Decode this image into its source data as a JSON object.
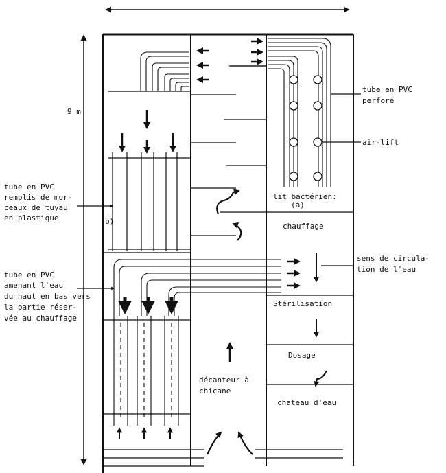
{
  "dimension": {
    "height_label": "9 m"
  },
  "labels": {
    "pvc_fill": [
      "tube en PVC",
      "remplis de mor-",
      "ceaux de tuyau",
      "en plastique"
    ],
    "fill_tag": "b)",
    "pvc_down": [
      "tube en PVC",
      "amenant l'eau",
      "du haut en bas vers",
      "la partie réser-",
      "vée au chauffage"
    ],
    "perforated": [
      "tube en PVC",
      "perforé"
    ],
    "airlift": "air-lift",
    "bacterial": [
      "lit bactérien:",
      "(a)"
    ],
    "heating": "chauffage",
    "circulation": [
      "sens de circula-",
      "tion de l'eau"
    ],
    "sterilisation": "Stérilisation",
    "dosing": "Dosage",
    "decanter": [
      "décanteur à",
      "chicane"
    ],
    "water_tower": "chateau d'eau"
  }
}
